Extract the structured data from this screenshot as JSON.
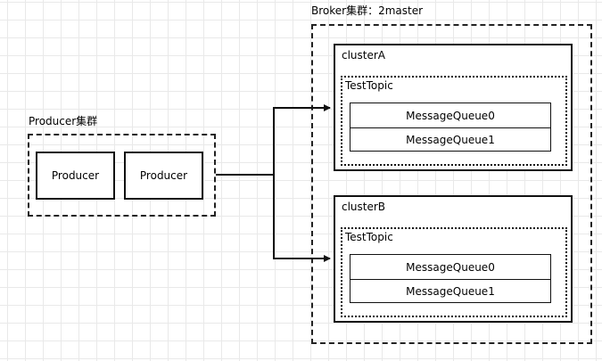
{
  "producer_group": {
    "label": "Producer集群",
    "producers": [
      {
        "label": "Producer"
      },
      {
        "label": "Producer"
      }
    ]
  },
  "broker_group": {
    "label": "Broker集群：2master",
    "clusters": [
      {
        "name": "clusterA",
        "topic": "TestTopic",
        "queues": [
          "MessageQueue0",
          "MessageQueue1"
        ]
      },
      {
        "name": "clusterB",
        "topic": "TestTopic",
        "queues": [
          "MessageQueue0",
          "MessageQueue1"
        ]
      }
    ]
  },
  "colors": {
    "stroke": "#111111",
    "grid": "#e9e9e9",
    "background": "#ffffff"
  }
}
